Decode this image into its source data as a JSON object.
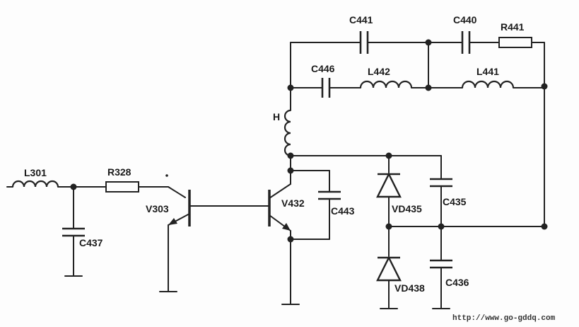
{
  "components": {
    "L301": "L301",
    "R328": "R328",
    "C437": "C437",
    "V303": "V303",
    "V432": "V432",
    "C443": "C443",
    "H": "H",
    "C446": "C446",
    "L442": "L442",
    "L441": "L441",
    "C441": "C441",
    "C440": "C440",
    "R441": "R441",
    "VD435": "VD435",
    "C435": "C435",
    "VD438": "VD438",
    "C436": "C436"
  },
  "watermark": "http://www.go-gddq.com"
}
